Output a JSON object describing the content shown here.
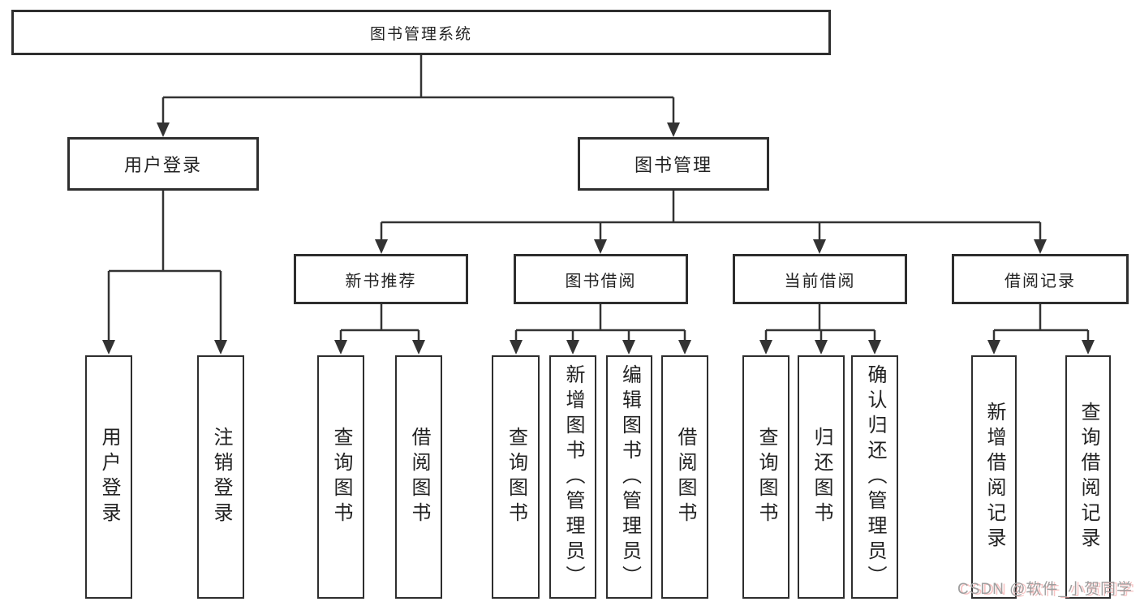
{
  "diagram": {
    "title": "图书管理系统",
    "root": {
      "label": "图书管理系统"
    },
    "branches": [
      {
        "label": "用户登录",
        "children": [
          {
            "label": "用户登录"
          },
          {
            "label": "注销登录"
          }
        ]
      },
      {
        "label": "图书管理",
        "children": [
          {
            "label": "新书推荐",
            "children": [
              {
                "label": "查询图书"
              },
              {
                "label": "借阅图书"
              }
            ]
          },
          {
            "label": "图书借阅",
            "children": [
              {
                "label": "查询图书"
              },
              {
                "label": "新增图书（管理员）"
              },
              {
                "label": "编辑图书（管理员）"
              },
              {
                "label": "借阅图书"
              }
            ]
          },
          {
            "label": "当前借阅",
            "children": [
              {
                "label": "查询图书"
              },
              {
                "label": "归还图书"
              },
              {
                "label": "确认归还（管理员）"
              }
            ]
          },
          {
            "label": "借阅记录",
            "children": [
              {
                "label": "新增借阅记录"
              },
              {
                "label": "查询借阅记录"
              }
            ]
          }
        ]
      }
    ]
  },
  "watermark": {
    "text": "CSDN @软件_小贺同学"
  },
  "colors": {
    "line": "#333333",
    "box_border": "#2e2e2e",
    "text": "#222222",
    "background": "#ffffff",
    "watermark_gray": "#9f9f9f",
    "watermark_pink": "#f09696"
  }
}
